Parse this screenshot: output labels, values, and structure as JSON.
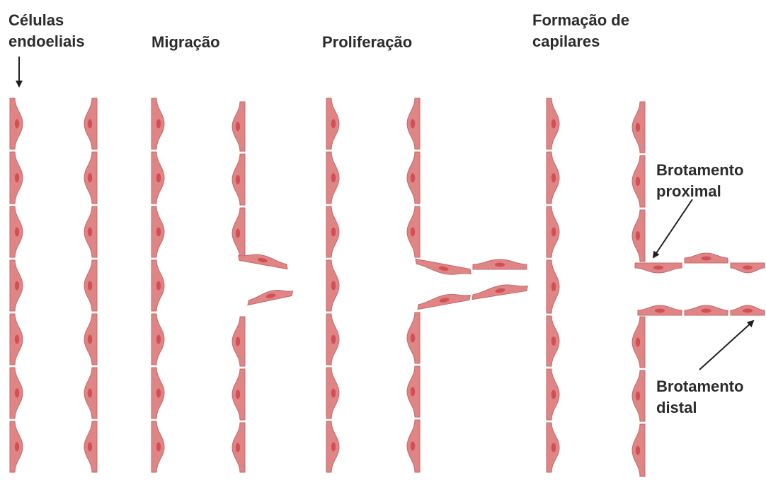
{
  "labels": {
    "cells_line1": "Células",
    "cells_line2": "endoeliais",
    "migration": "Migração",
    "proliferation": "Proliferação",
    "capillary_line1": "Formação de",
    "capillary_line2": "capilares",
    "proximal_line1": "Brotamento",
    "proximal_line2": "proximal",
    "distal_line1": "Brotamento",
    "distal_line2": "distal"
  },
  "colors": {
    "cell_fill": "#e08585",
    "cell_stroke": "#c86666",
    "nucleus": "#d24f58",
    "text": "#2b2b2b",
    "arrow": "#1e1e1e"
  }
}
